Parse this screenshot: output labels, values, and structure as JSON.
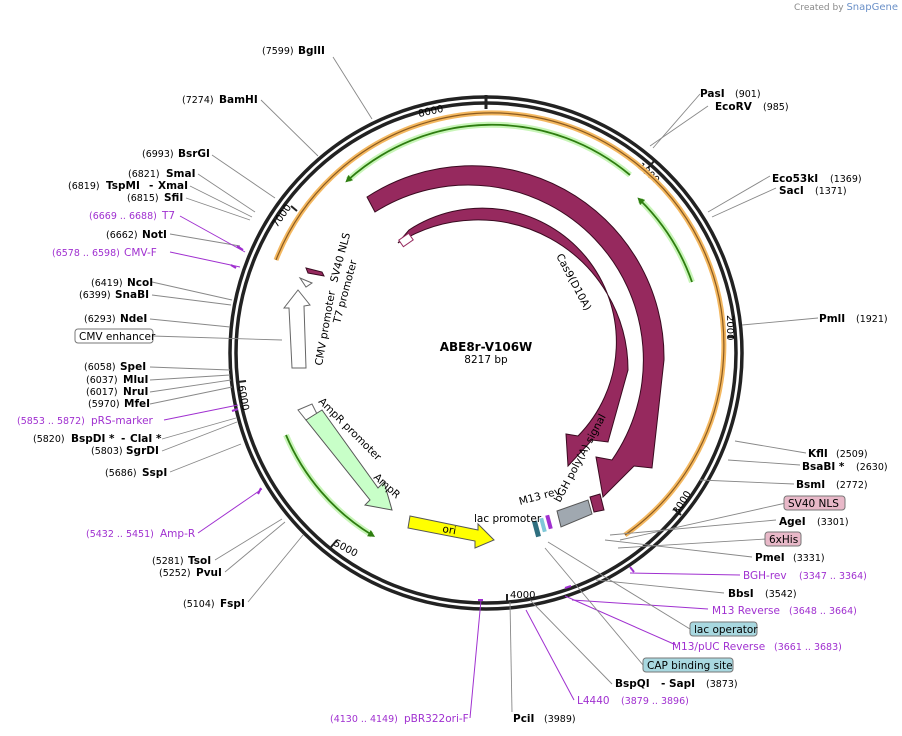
{
  "credit": {
    "prefix": "Created by",
    "brand": "SnapGene"
  },
  "plasmid": {
    "name": "ABE8r-V106W",
    "length": "8217 bp"
  },
  "ticks": [
    "1000",
    "2000",
    "3000",
    "4000",
    "5000",
    "6000",
    "7000",
    "8000"
  ],
  "enzymes": [
    {
      "name": "BglII",
      "pos": "(7599)"
    },
    {
      "name": "BamHI",
      "pos": "(7274)"
    },
    {
      "name": "BsrGI",
      "pos": "(6993)"
    },
    {
      "name": "SmaI",
      "pos": "(6821)"
    },
    {
      "name": "TspMI",
      "pos": "(6819)",
      "extra": "XmaI"
    },
    {
      "name": "SfiI",
      "pos": "(6815)"
    },
    {
      "name": "NotI",
      "pos": "(6662)"
    },
    {
      "name": "NcoI",
      "pos": "(6419)"
    },
    {
      "name": "SnaBI",
      "pos": "(6399)"
    },
    {
      "name": "NdeI",
      "pos": "(6293)"
    },
    {
      "name": "SpeI",
      "pos": "(6058)"
    },
    {
      "name": "MluI",
      "pos": "(6037)"
    },
    {
      "name": "NruI",
      "pos": "(6017)"
    },
    {
      "name": "MfeI",
      "pos": "(5970)"
    },
    {
      "name": "BspDI *",
      "pos": "(5820)",
      "extra": "ClaI *"
    },
    {
      "name": "SgrDI",
      "pos": "(5803)"
    },
    {
      "name": "SspI",
      "pos": "(5686)"
    },
    {
      "name": "TsoI",
      "pos": "(5281)"
    },
    {
      "name": "PvuI",
      "pos": "(5252)"
    },
    {
      "name": "FspI",
      "pos": "(5104)"
    },
    {
      "name": "PciI",
      "pos": "(3989)"
    },
    {
      "name": "BspQI",
      "pos": "(3873)",
      "extra": "SapI"
    },
    {
      "name": "BbsI",
      "pos": "(3542)"
    },
    {
      "name": "PmeI",
      "pos": "(3331)"
    },
    {
      "name": "AgeI",
      "pos": "(3301)"
    },
    {
      "name": "BsmI",
      "pos": "(2772)"
    },
    {
      "name": "BsaBI *",
      "pos": "(2630)"
    },
    {
      "name": "KflI",
      "pos": "(2509)"
    },
    {
      "name": "PmlI",
      "pos": "(1921)"
    },
    {
      "name": "SacI",
      "pos": "(1371)"
    },
    {
      "name": "Eco53kI",
      "pos": "(1369)"
    },
    {
      "name": "EcoRV",
      "pos": "(985)"
    },
    {
      "name": "PasI",
      "pos": "(901)"
    }
  ],
  "primers": [
    {
      "name": "T7",
      "pos": "(6669 .. 6688)"
    },
    {
      "name": "CMV-F",
      "pos": "(6578 .. 6598)"
    },
    {
      "name": "pRS-marker",
      "pos": "(5853 .. 5872)"
    },
    {
      "name": "Amp-R",
      "pos": "(5432 .. 5451)"
    },
    {
      "name": "pBR322ori-F",
      "pos": "(4130 .. 4149)"
    },
    {
      "name": "L4440",
      "pos": "(3879 .. 3896)"
    },
    {
      "name": "M13/pUC Reverse",
      "pos": "(3661 .. 3683)"
    },
    {
      "name": "M13 Reverse",
      "pos": "(3648 .. 3664)"
    },
    {
      "name": "BGH-rev",
      "pos": "(3347 .. 3364)"
    }
  ],
  "boxed_features": [
    {
      "name": "CMV enhancer",
      "color": "#ffffff"
    },
    {
      "name": "SV40 NLS",
      "color": "#e8b8c8"
    },
    {
      "name": "6xHis",
      "color": "#e8b8c8"
    },
    {
      "name": "lac operator",
      "color": "#a8d8e0"
    },
    {
      "name": "CAP binding site",
      "color": "#a8d8e0"
    }
  ],
  "arc_features": {
    "cas9": "Cas9",
    "cas9_d10a": "Cas9(D10A)",
    "sv40_nls": "SV40 NLS",
    "t7_promoter": "T7 promoter",
    "cmv_promoter": "CMV promoter",
    "ampr_promoter": "AmpR promoter",
    "ampr": "AmpR",
    "ori": "ori",
    "lac_promoter": "lac promoter",
    "m13_rev": "M13 rev",
    "bgh": "bGH poly(A) signal"
  },
  "colors": {
    "cas9": "#96295e",
    "ampr": "#c8ffc8",
    "ori": "#ffff00",
    "orange_band": "#f4b860",
    "green_arrow": "#2e7d10",
    "primer": "#a030d0"
  }
}
